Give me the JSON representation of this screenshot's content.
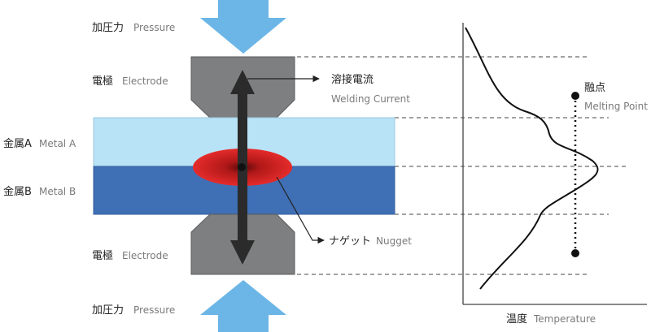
{
  "labels": {
    "pressure_top_jp": "加圧力",
    "pressure_top_en": "Pressure",
    "electrode_top_jp": "電極",
    "electrode_top_en": "Electrode",
    "current_jp": "溶接電流",
    "current_en": "Welding Current",
    "metal_a_jp": "金属A",
    "metal_a_en": "Metal A",
    "metal_b_jp": "金属B",
    "metal_b_en": "Metal B",
    "melting_jp": "融点",
    "melting_en": "Melting Point",
    "nugget_jp": "ナゲット",
    "nugget_en": "Nugget",
    "electrode_bottom_jp": "電極",
    "electrode_bottom_en": "Electrode",
    "pressure_bottom_jp": "加圧力",
    "pressure_bottom_en": "Pressure",
    "temperature_jp": "温度",
    "temperature_en": "Temperature"
  },
  "colors": {
    "pressure_arrow": "#6bb6e6",
    "electrode": "#7e7f80",
    "metal_a": "#b8e2f5",
    "metal_b": "#3f6fb5",
    "nugget": "#e52b2b",
    "current_arrow": "#2b2b2b",
    "dashed_line": "#444444"
  },
  "icons": {
    "pressure_top": "down-arrow-icon",
    "pressure_bottom": "up-arrow-icon",
    "current": "double-headed-arrow-icon"
  }
}
